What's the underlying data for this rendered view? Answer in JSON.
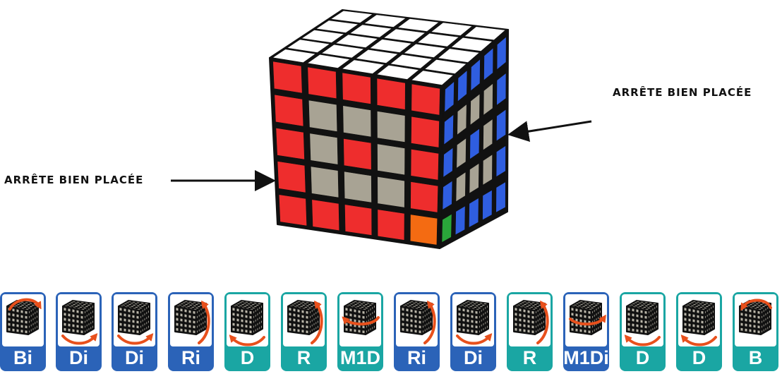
{
  "annotations": {
    "right": "ARRÊTE BIEN PLACÉE",
    "left": "ARRÊTE BIEN PLACÉE"
  },
  "cube": {
    "size": 5,
    "colors": {
      "W": "#ffffff",
      "R": "#ee2d2d",
      "G": "#a8a394",
      "B": "#2f5ee0",
      "O": "#f46b12",
      "N": "#2aa63a"
    },
    "front": [
      [
        "R",
        "R",
        "R",
        "R",
        "R"
      ],
      [
        "R",
        "G",
        "G",
        "G",
        "R"
      ],
      [
        "R",
        "G",
        "R",
        "G",
        "R"
      ],
      [
        "R",
        "G",
        "G",
        "G",
        "R"
      ],
      [
        "R",
        "R",
        "R",
        "R",
        "O"
      ]
    ],
    "right": [
      [
        "B",
        "B",
        "B",
        "B",
        "B"
      ],
      [
        "B",
        "G",
        "G",
        "G",
        "B"
      ],
      [
        "B",
        "G",
        "B",
        "G",
        "B"
      ],
      [
        "B",
        "G",
        "G",
        "G",
        "B"
      ],
      [
        "N",
        "B",
        "B",
        "B",
        "B"
      ]
    ],
    "top": [
      [
        "W",
        "W",
        "W",
        "W",
        "W"
      ],
      [
        "W",
        "W",
        "W",
        "W",
        "W"
      ],
      [
        "W",
        "W",
        "W",
        "W",
        "W"
      ],
      [
        "W",
        "W",
        "W",
        "W",
        "W"
      ],
      [
        "W",
        "W",
        "W",
        "W",
        "W"
      ]
    ]
  },
  "moves": [
    {
      "label": "Bi",
      "color": "#2b63b8",
      "arrow": "top-ccw"
    },
    {
      "label": "Di",
      "color": "#2b63b8",
      "arrow": "bottom-right"
    },
    {
      "label": "Di",
      "color": "#2b63b8",
      "arrow": "bottom-right"
    },
    {
      "label": "Ri",
      "color": "#2b63b8",
      "arrow": "right-up"
    },
    {
      "label": "D",
      "color": "#1aa6a3",
      "arrow": "bottom-left"
    },
    {
      "label": "R",
      "color": "#1aa6a3",
      "arrow": "right-up"
    },
    {
      "label": "M1D",
      "color": "#1aa6a3",
      "arrow": "middle-left"
    },
    {
      "label": "Ri",
      "color": "#2b63b8",
      "arrow": "right-up"
    },
    {
      "label": "Di",
      "color": "#2b63b8",
      "arrow": "bottom-right"
    },
    {
      "label": "R",
      "color": "#1aa6a3",
      "arrow": "right-up"
    },
    {
      "label": "M1Di",
      "color": "#2b63b8",
      "arrow": "middle-right"
    },
    {
      "label": "D",
      "color": "#1aa6a3",
      "arrow": "bottom-left"
    },
    {
      "label": "D",
      "color": "#1aa6a3",
      "arrow": "bottom-left"
    },
    {
      "label": "B",
      "color": "#1aa6a3",
      "arrow": "top-cw"
    }
  ]
}
